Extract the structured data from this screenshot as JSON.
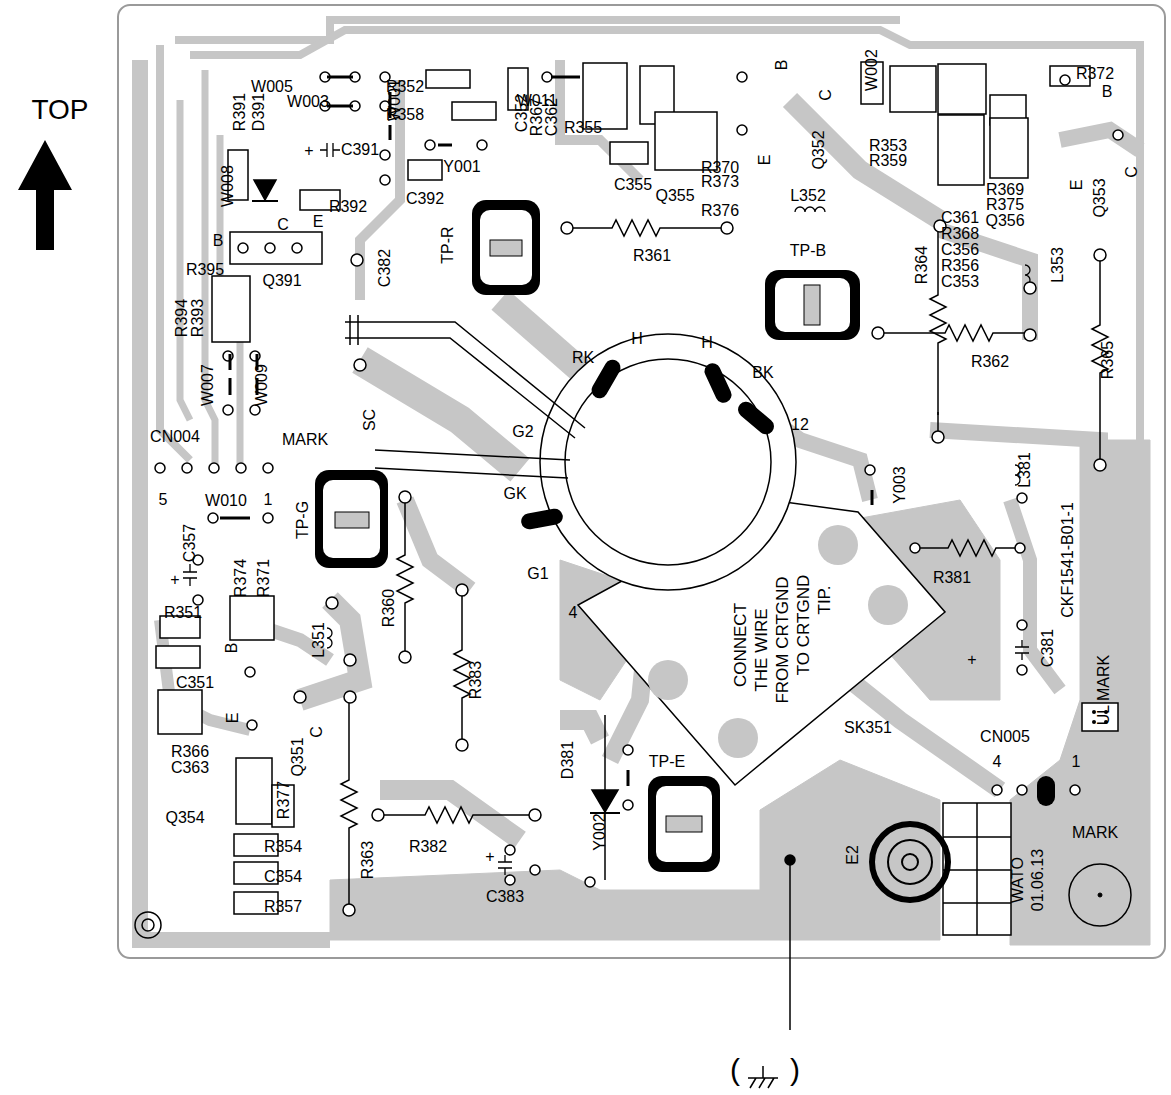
{
  "diagram": {
    "labels": [
      "TOP",
      "W005",
      "R352",
      "W011",
      "B",
      "C",
      "W002",
      "R372",
      "B",
      "W003",
      "R358",
      "R391",
      "D391",
      "W001",
      "C352",
      "R367",
      "C362",
      "R355",
      "E",
      "Q352",
      "R353",
      "R359",
      "E",
      "C",
      "+",
      "C391",
      "W008",
      "Y001",
      "C392",
      "R392",
      "C",
      "E",
      "B",
      "C355",
      "Q355",
      "R370",
      "R373",
      "R376",
      "R369",
      "R375",
      "Q356",
      "Q353",
      "L352",
      "C361",
      "R368",
      "C356",
      "R356",
      "C353",
      "L353",
      "TP-R",
      "R361",
      "C382",
      "TP-B",
      "R364",
      "R395",
      "Q391",
      "R394",
      "R393",
      "R362",
      "R365",
      "H",
      "H",
      "RK",
      "BK",
      "W007",
      "W009",
      "SC",
      "12",
      "G2",
      "CN004",
      "MARK",
      "GK",
      "Y003",
      "5",
      "W010",
      "1",
      "TP-G",
      "L381",
      "CKF1541-B01-1",
      "R381",
      "G1",
      "4",
      "+",
      "C357",
      "R374",
      "R371",
      "R351",
      "B",
      "L351",
      "R360",
      "R383",
      "CONNECT",
      "THE WIRE",
      "FROM CRTGND",
      "TO CRTGND",
      "TIP.",
      "C351",
      "UL MARK",
      "C381",
      "+",
      "C",
      "E",
      "R366",
      "C363",
      "Q351",
      "D381",
      "TP-E",
      "SK351",
      "CN005",
      "4",
      "1",
      "Q354",
      "R377",
      "R354",
      "R382",
      "C354",
      "R363",
      "+",
      "C383",
      "Y002",
      "E2",
      "WATO",
      "01.06.13",
      "MARK",
      "R357",
      "(",
      ")"
    ]
  }
}
